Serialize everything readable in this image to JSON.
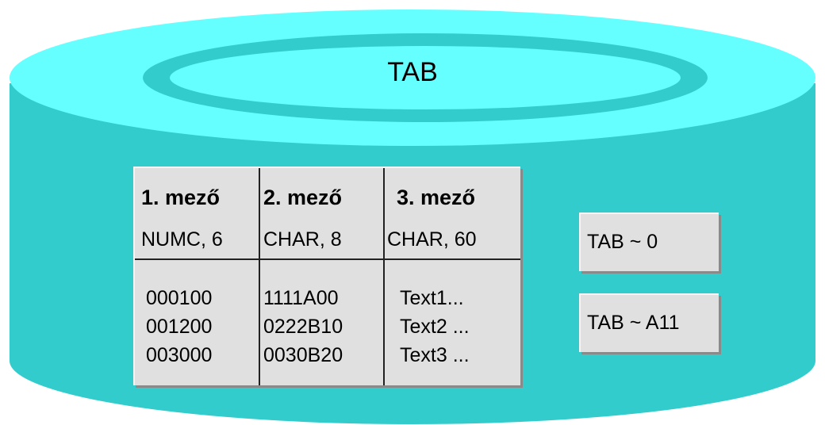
{
  "cylinder": {
    "label": "TAB",
    "colors": {
      "body": "#33cccc",
      "top": "#66ffff",
      "ring": "#33cccc"
    }
  },
  "table": {
    "columns": [
      {
        "header": "1. mező",
        "type": "NUMC, 6"
      },
      {
        "header": "2. mező",
        "type": "CHAR, 8"
      },
      {
        "header": "3. mező",
        "type": "CHAR, 60"
      }
    ],
    "rows": [
      [
        "000100",
        "1111A00",
        "Text1..."
      ],
      [
        "001200",
        "0222B10",
        "Text2 ..."
      ],
      [
        "003000",
        "0030B20",
        "Text3 ..."
      ]
    ]
  },
  "indexes": [
    {
      "label": "TAB ~ 0"
    },
    {
      "label": "TAB ~ A11"
    }
  ]
}
